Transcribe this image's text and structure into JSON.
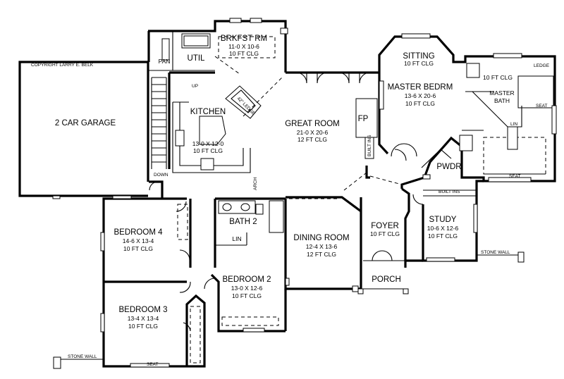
{
  "copyright": "COPYRIGHT LARRY E. BELK",
  "rooms": {
    "garage": {
      "name": "2 CAR GARAGE"
    },
    "pan": {
      "name": "PAN"
    },
    "util": {
      "name": "UTIL"
    },
    "brkfst": {
      "name": "BRKFST RM",
      "size": "11-0 X 10-6",
      "clg": "10 FT CLG"
    },
    "kitchen": {
      "name": "KITCHEN",
      "size": "13-0 X 12-0",
      "clg": "10 FT CLG"
    },
    "great": {
      "name": "GREAT ROOM",
      "size": "21-0 X 20-6",
      "clg": "12 FT CLG"
    },
    "sitting": {
      "name": "SITTING",
      "clg": "10 FT CLG"
    },
    "master": {
      "name": "MASTER BEDRM",
      "size": "13-6 X 20-6",
      "clg": "10 FT CLG"
    },
    "mbath": {
      "name1": "MASTER",
      "name2": "BATH",
      "clg": "10 FT CLG"
    },
    "pwdr": {
      "name": "PWDR"
    },
    "foyer": {
      "name": "FOYER",
      "clg": "10 FT CLG"
    },
    "study": {
      "name": "STUDY",
      "size": "10-6 X 12-6",
      "clg": "10 FT CLG"
    },
    "dining": {
      "name": "DINING ROOM",
      "size": "12-4 X 13-6",
      "clg": "12 FT CLG"
    },
    "porch": {
      "name": "PORCH"
    },
    "bath2": {
      "name": "BATH 2"
    },
    "lin": {
      "name": "LIN"
    },
    "bed4": {
      "name": "BEDROOM 4",
      "size": "14-6 X 13-4",
      "clg": "10 FT CLG"
    },
    "bed3": {
      "name": "BEDROOM 3",
      "size": "13-4 X 13-4",
      "clg": "10 FT CLG"
    },
    "bed2": {
      "name": "BEDROOM 2",
      "size": "13-0 X 12-6",
      "clg": "10 FT CLG"
    }
  },
  "notes": {
    "fp": "FP",
    "up": "UP",
    "down": "DOWN",
    "builtins": "BUILT INS",
    "builtins2": "BUILT INS",
    "arch": "ARCH",
    "ledge": "LEDGE",
    "seat": "SEAT",
    "lin": "LIN",
    "stone_wall": "STONE WALL",
    "ledge_kitchen": "42\" LEDGE"
  }
}
